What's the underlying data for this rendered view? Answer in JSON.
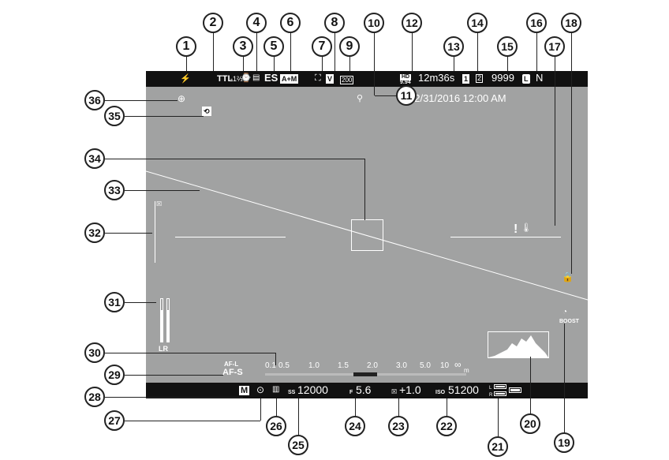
{
  "viewfinder": {
    "top": {
      "flash_icon": "flash-icon",
      "flash_mode": "TTL",
      "flash_comp": "-1⅔",
      "shutter_type": "ES",
      "auto_mode": "A+M",
      "iso_auto": "200",
      "movie_mode": "HD",
      "movie_fps": "9.94",
      "record_time": "12m36s",
      "card_slot_1": "1",
      "card_slot_2": "2",
      "frames_remaining": "9999",
      "image_size": "L",
      "image_quality": "N"
    },
    "date_time": "12/31/2016 12:00 AM",
    "warning_icon": "!",
    "distance_scale": [
      "0.1",
      "0.5",
      "1.0",
      "1.5",
      "2.0",
      "3.0",
      "5.0",
      "10",
      "∞"
    ],
    "distance_unit": "m",
    "af_mode": "AF-S",
    "af_label": "AF-L",
    "audio_label": "LR",
    "boost_label": "BOOST",
    "bottom": {
      "mode": "M",
      "shutter_label": "SS",
      "shutter_speed": "12000",
      "aperture_label": "F",
      "aperture": "5.6",
      "exposure_comp": "+1.0",
      "iso_label": "ISO",
      "iso": "51200",
      "battery_left": "L",
      "battery_right": "R"
    }
  },
  "callouts": [
    "1",
    "2",
    "3",
    "4",
    "5",
    "6",
    "7",
    "8",
    "9",
    "10",
    "11",
    "12",
    "13",
    "14",
    "15",
    "16",
    "17",
    "18",
    "19",
    "20",
    "21",
    "22",
    "23",
    "24",
    "25",
    "26",
    "27",
    "28",
    "29",
    "30",
    "31",
    "32",
    "33",
    "34",
    "35",
    "36"
  ],
  "colors": {
    "background": "#a1a2a2",
    "bar": "#111111",
    "text": "#ffffff"
  }
}
